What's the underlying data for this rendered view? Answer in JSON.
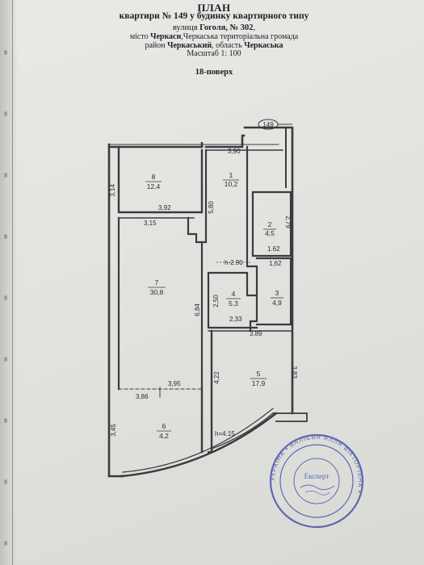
{
  "header": {
    "title": "ПЛАН",
    "apartment_prefix": "квартири № 149 у будинку ",
    "apartment_type": "квартирного типу",
    "street_prefix": "вулиця ",
    "street_name": "Гоголя, № 302",
    "street_suffix": ",",
    "city_prefix": "місто ",
    "city_name": "Черкаси",
    "city_suffix": ",Черкаська територіальна  громада",
    "district_prefix": "район ",
    "district_name": "Черкаський",
    "district_mid": ", область ",
    "region_name": "Черкаська",
    "scale": "Масштаб 1: 100",
    "floor": "18-поверх"
  },
  "plan": {
    "apartment_marker": "149",
    "rooms": [
      {
        "number": "8",
        "area": "12,4"
      },
      {
        "number": "1",
        "area": "10,2"
      },
      {
        "number": "2",
        "area": "4,5"
      },
      {
        "number": "7",
        "area": "30,8"
      },
      {
        "number": "4",
        "area": "5.3"
      },
      {
        "number": "3",
        "area": "4,9"
      },
      {
        "number": "5",
        "area": "17,9"
      },
      {
        "number": "6",
        "area": "4,2"
      }
    ],
    "dimensions": {
      "d_3_90": "3,90",
      "d_3_14": "3,14",
      "d_3_92": "3,92",
      "d_5_80": "5,80",
      "d_3_15": "3,15",
      "d_2_79": "2,79",
      "d_1_62a": "1.62",
      "d_1_62b": "1,62",
      "d_h290": "h-2.90",
      "d_2_50": "2,50",
      "d_2_33": "2,33",
      "d_6_84": "6,84",
      "d_3_89": "3,89",
      "d_3_83": "3,83",
      "d_4_22": "4,22",
      "d_3_95": "3,95",
      "d_3_86": "3,86",
      "d_3_45": "3,45",
      "d_h415": "h=4.15"
    }
  },
  "stamp": {
    "center_label": "Експерт",
    "ring_text": "УКРАЇНА • ВАЛІЄВА АЛЛА ВІКТОРІВНА •",
    "ring_color": "#3f4fa8"
  }
}
